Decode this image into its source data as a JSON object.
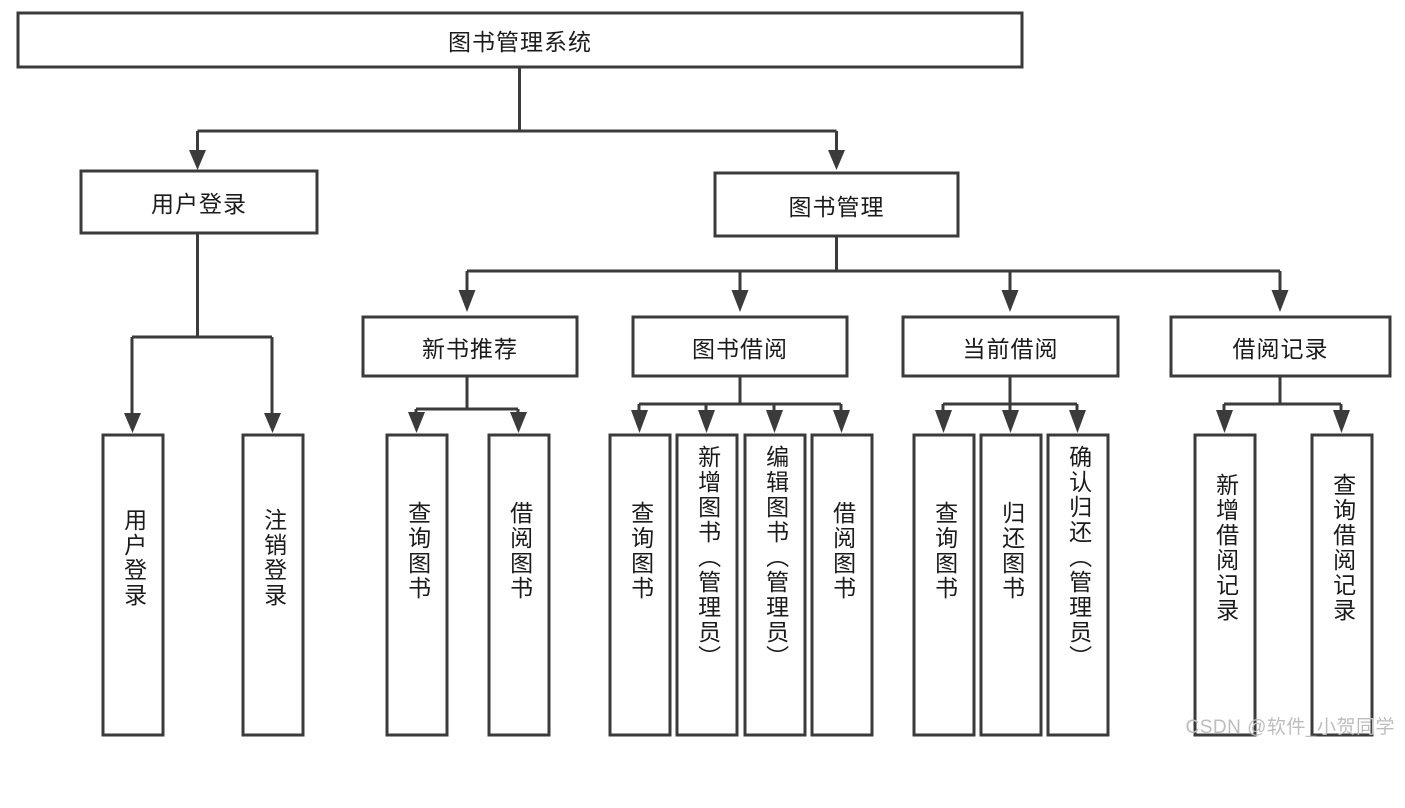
{
  "diagram": {
    "type": "tree-hierarchy-chart",
    "title": "图书管理系统",
    "colors": {
      "box_stroke": "#3b3b3b",
      "box_fill": "#ffffff",
      "connector": "#3b3b3b",
      "text": "#1b1b1b",
      "watermark": "#bdbdbd",
      "background": "#ffffff"
    },
    "levels": {
      "level1": [
        {
          "id": "root",
          "label": "图书管理系统",
          "orientation": "horizontal"
        }
      ],
      "level2": [
        {
          "id": "user-login",
          "label": "用户登录",
          "orientation": "horizontal"
        },
        {
          "id": "book-manage",
          "label": "图书管理",
          "orientation": "horizontal"
        }
      ],
      "level3": [
        {
          "id": "new-book-rec",
          "label": "新书推荐",
          "orientation": "horizontal"
        },
        {
          "id": "book-borrow",
          "label": "图书借阅",
          "orientation": "horizontal"
        },
        {
          "id": "current-borrow",
          "label": "当前借阅",
          "orientation": "horizontal"
        },
        {
          "id": "borrow-record",
          "label": "借阅记录",
          "orientation": "horizontal"
        }
      ],
      "level4": [
        {
          "id": "leaf-user-login",
          "label": "用户登录",
          "parent": "user-login",
          "orientation": "vertical"
        },
        {
          "id": "leaf-user-logout",
          "label": "注销登录",
          "parent": "user-login",
          "orientation": "vertical"
        },
        {
          "id": "leaf-query-book-1",
          "label": "查询图书",
          "parent": "new-book-rec",
          "orientation": "vertical"
        },
        {
          "id": "leaf-borrow-book-1",
          "label": "借阅图书",
          "parent": "new-book-rec",
          "orientation": "vertical"
        },
        {
          "id": "leaf-query-book-2",
          "label": "查询图书",
          "parent": "book-borrow",
          "orientation": "vertical"
        },
        {
          "id": "leaf-add-book",
          "label": "新增图书（管理员）",
          "parent": "book-borrow",
          "orientation": "vertical"
        },
        {
          "id": "leaf-edit-book",
          "label": "编辑图书（管理员）",
          "parent": "book-borrow",
          "orientation": "vertical"
        },
        {
          "id": "leaf-borrow-book-2",
          "label": "借阅图书",
          "parent": "book-borrow",
          "orientation": "vertical"
        },
        {
          "id": "leaf-query-book-3",
          "label": "查询图书",
          "parent": "current-borrow",
          "orientation": "vertical"
        },
        {
          "id": "leaf-return-book",
          "label": "归还图书",
          "parent": "current-borrow",
          "orientation": "vertical"
        },
        {
          "id": "leaf-confirm-return",
          "label": "确认归还（管理员）",
          "parent": "current-borrow",
          "orientation": "vertical"
        },
        {
          "id": "leaf-add-record",
          "label": "新增借阅记录",
          "parent": "borrow-record",
          "orientation": "vertical"
        },
        {
          "id": "leaf-query-record",
          "label": "查询借阅记录",
          "parent": "borrow-record",
          "orientation": "vertical"
        }
      ]
    },
    "watermark": "CSDN @软件_小贺同学"
  }
}
